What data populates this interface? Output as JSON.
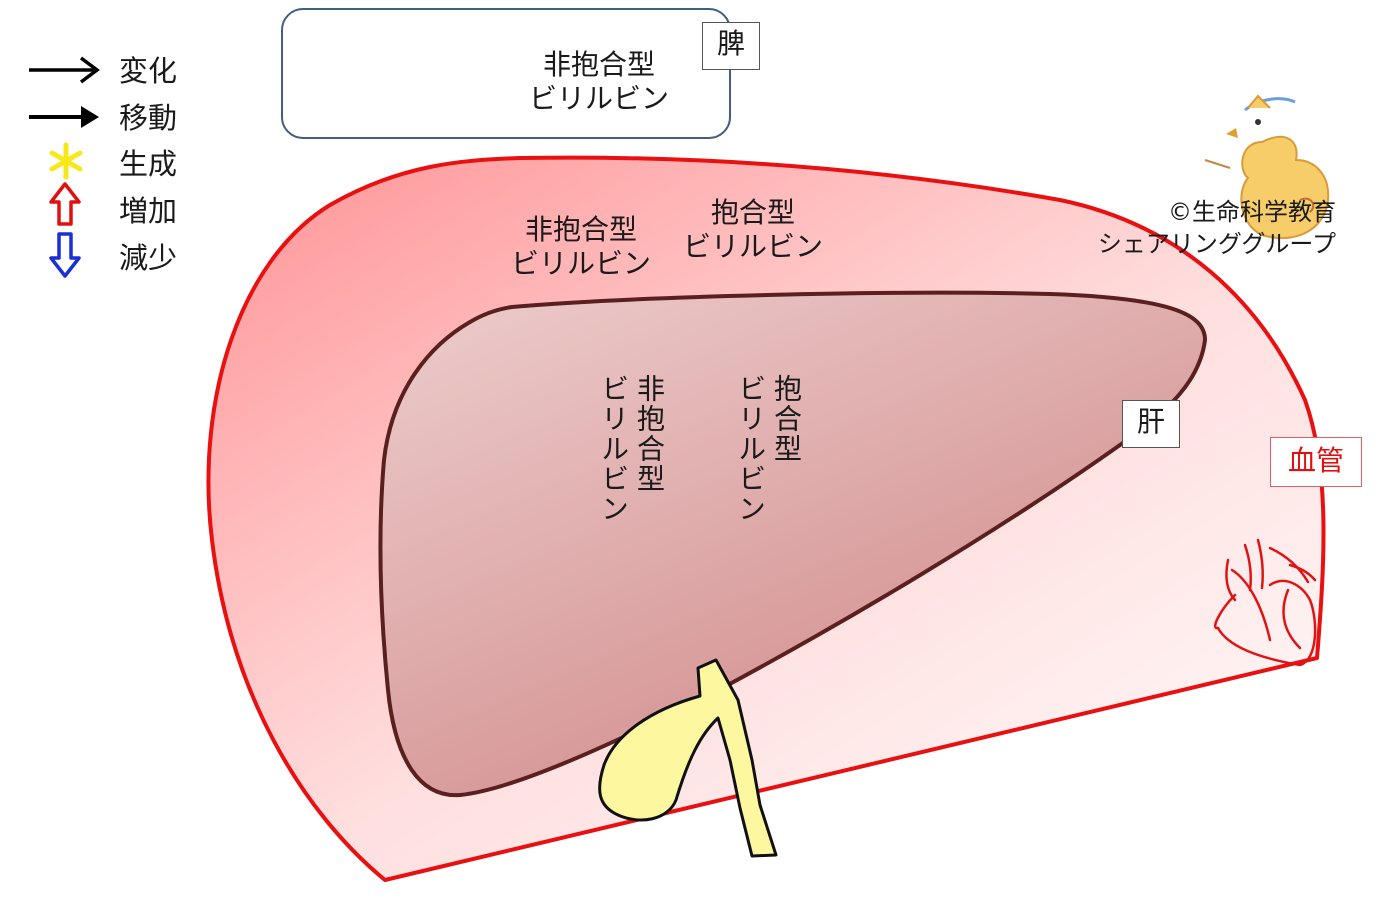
{
  "legend": [
    {
      "label": "変化",
      "icon": "open-arrow-right-icon"
    },
    {
      "label": "移動",
      "icon": "filled-arrow-right-icon"
    },
    {
      "label": "生成",
      "icon": "yellow-asterisk-icon"
    },
    {
      "label": "増加",
      "icon": "red-up-hollow-arrow-icon"
    },
    {
      "label": "減少",
      "icon": "blue-down-hollow-arrow-icon"
    }
  ],
  "spleen": {
    "tag": "脾",
    "bilirubin_line1": "非抱合型",
    "bilirubin_line2": "ビリルビン"
  },
  "blood": {
    "tag": "血管",
    "unconjugated_line1": "非抱合型",
    "unconjugated_line2": "ビリルビン",
    "conjugated_line1": "抱合型",
    "conjugated_line2": "ビリルビン"
  },
  "liver": {
    "tag": "肝",
    "unconjugated_col1": "非抱合型",
    "unconjugated_col2": "ビリルビン",
    "conjugated_col1": "抱合型",
    "conjugated_col2": "ビリルビン"
  },
  "copyright": {
    "line1": "©生命科学教育",
    "line2": "シェアリンググループ"
  },
  "colors": {
    "vessel_outline": "#e81010",
    "vessel_fill_light": "#fff3f3",
    "vessel_fill_dark": "#ff9ea0",
    "liver_outline": "#5a1f1f",
    "liver_fill_light": "#ecc8c8",
    "liver_fill_dark": "#cf8585",
    "gallbladder": "#fdf7a0",
    "spleen_border": "#3f5e80",
    "increase_arrow": "#e01010",
    "decrease_arrow": "#1a2fd6",
    "generate_asterisk": "#f6e81a"
  }
}
